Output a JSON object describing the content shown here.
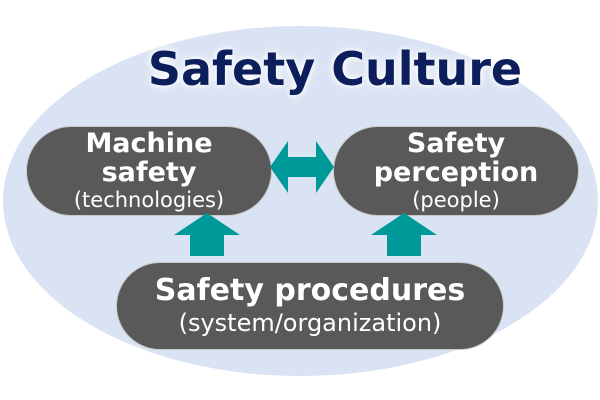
{
  "title": "Safety Culture",
  "nodes": {
    "machine": {
      "line1": "Machine",
      "line2": "safety",
      "sub": "(technologies)"
    },
    "perception": {
      "line1": "Safety",
      "line2": "perception",
      "sub": "(people)"
    },
    "procedures": {
      "line1": "Safety procedures",
      "sub": "(system/organization)"
    }
  },
  "colors": {
    "title": "#0c1e5b",
    "arrow": "#009999",
    "node": "#595959",
    "background": "#dae3f3"
  }
}
